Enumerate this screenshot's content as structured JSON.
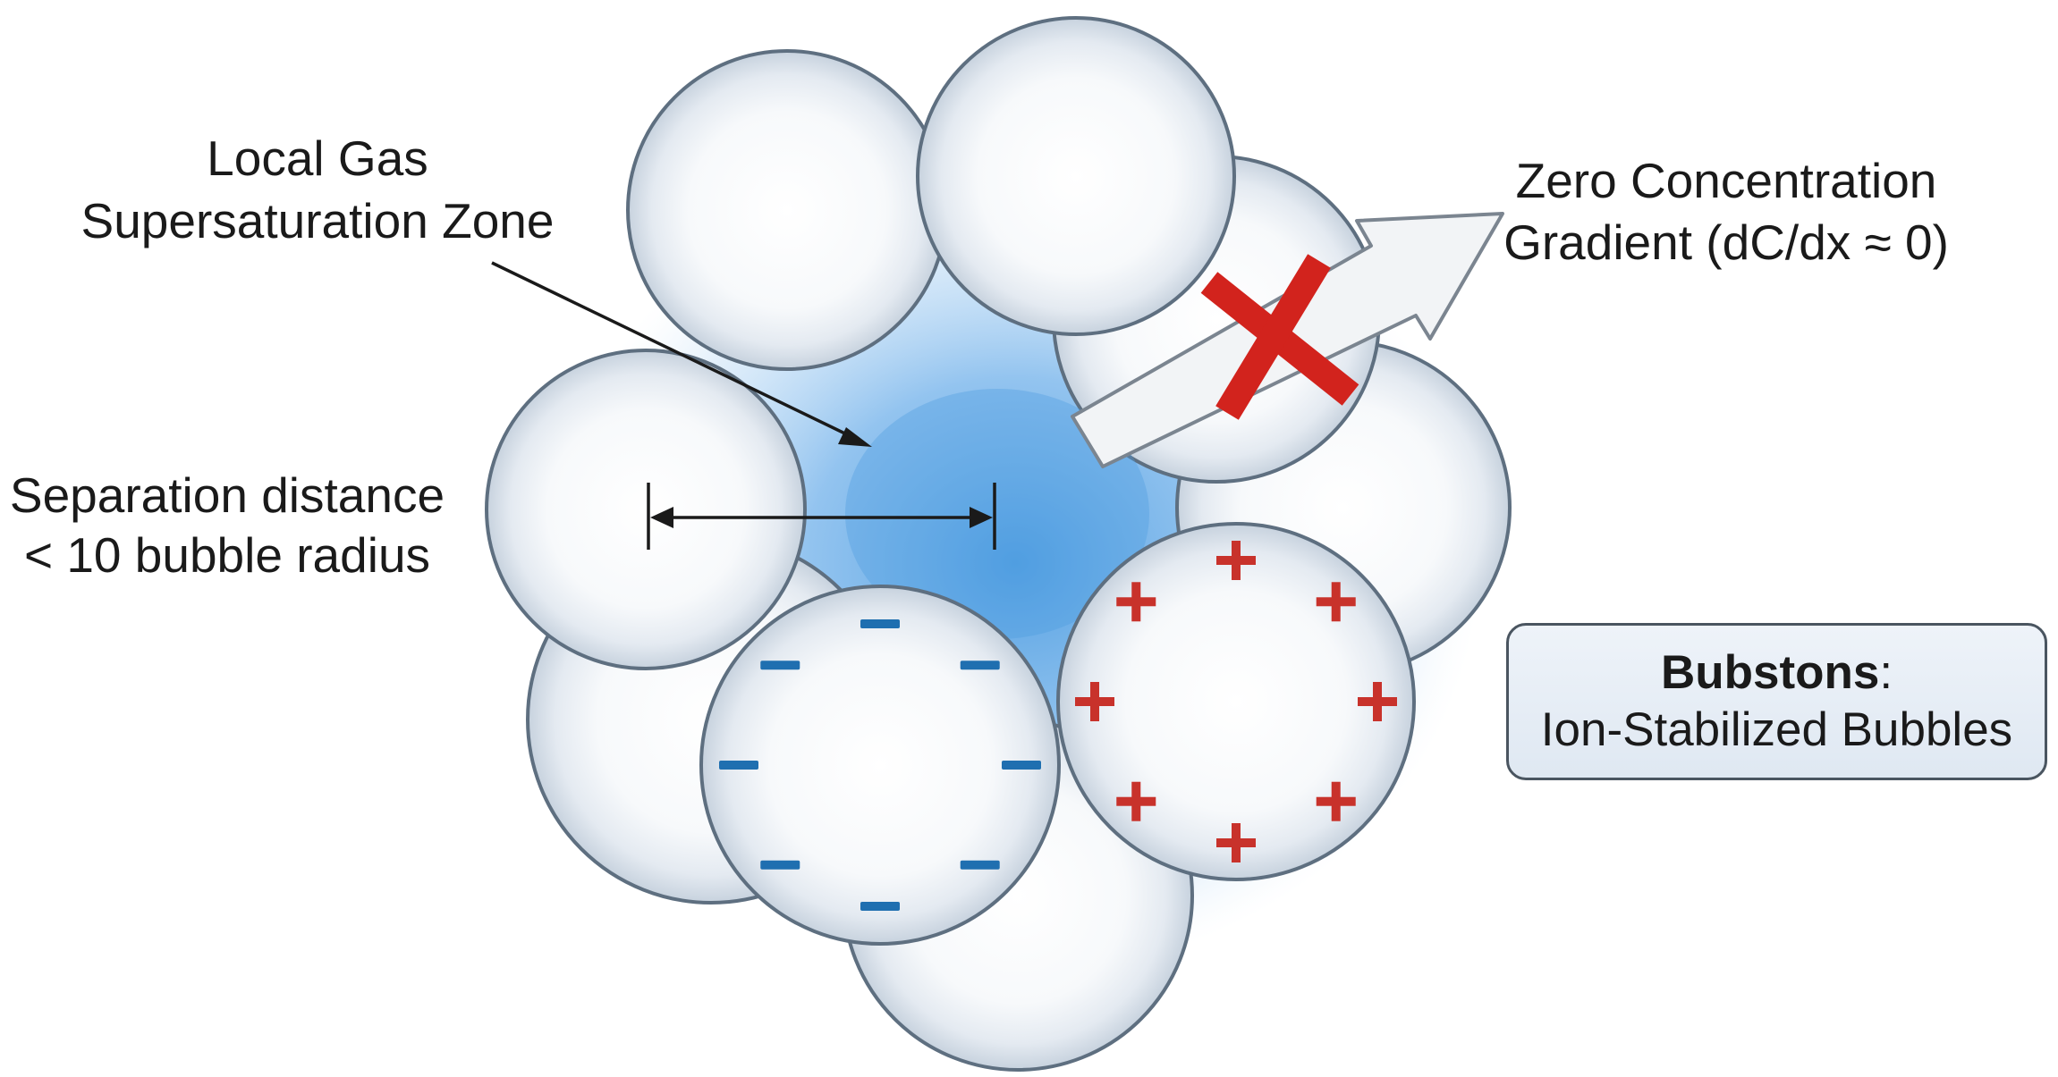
{
  "labels": {
    "zone_line1": "Local Gas",
    "zone_line2": "Supersaturation Zone",
    "separation_line1": "Separation distance",
    "separation_line2": "< 10 bubble radius",
    "gradient_line1": "Zero Concentration",
    "gradient_line2": "Gradient (dC/dx ≈ 0)"
  },
  "legend": {
    "term": "Bubstons",
    "colon": ":",
    "description": "Ion-Stabilized Bubbles"
  },
  "charges": {
    "negative_symbol": "−",
    "positive_symbol": "+",
    "negative_color": "#1f6fb0",
    "positive_color": "#c8322b"
  },
  "colors": {
    "bubble_stroke": "#5e6f80",
    "glow": "#4a9be0",
    "arrow_fill": "#f2f4f6",
    "arrow_stroke": "#7b8590",
    "cross": "#d2231d"
  }
}
